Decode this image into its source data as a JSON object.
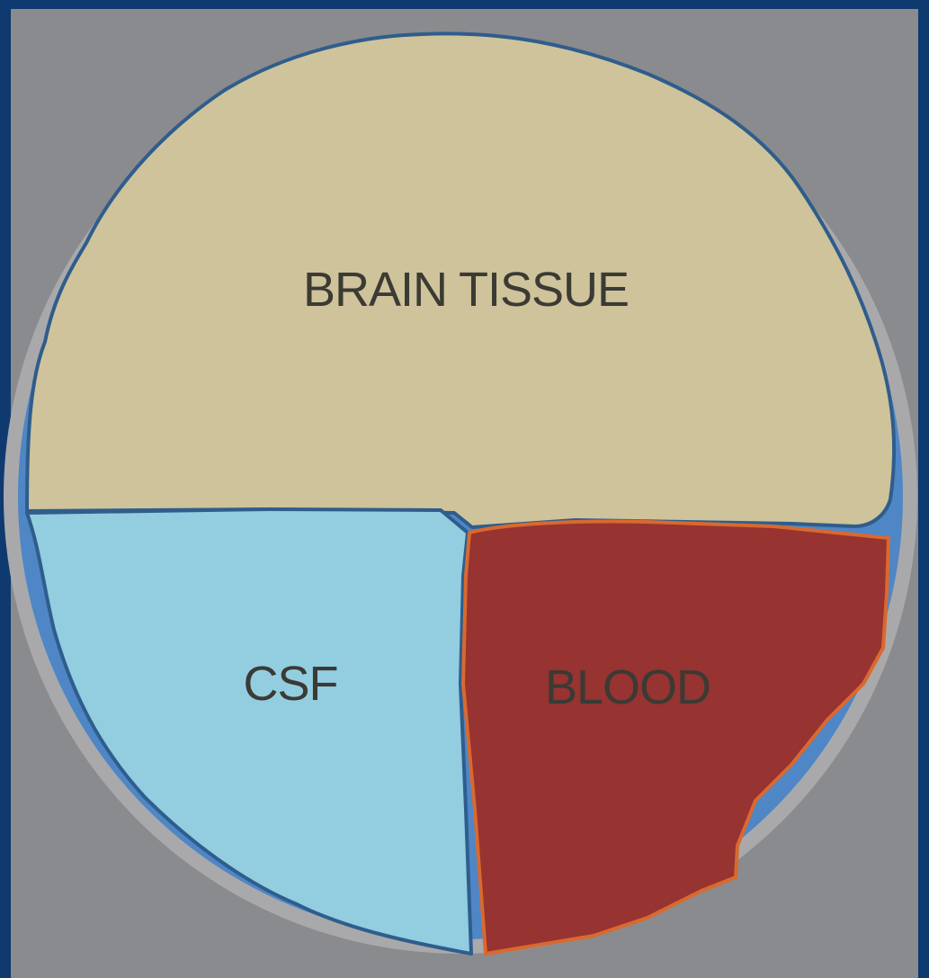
{
  "diagram": {
    "regions": [
      {
        "id": "brain",
        "label": "BRAIN TISSUE",
        "color": "#cec39a"
      },
      {
        "id": "csf",
        "label": "CSF",
        "color": "#93cde0"
      },
      {
        "id": "blood",
        "label": "BLOOD",
        "color": "#973330"
      }
    ],
    "colors": {
      "background_border": "#0e3a70",
      "background": "#8a8b8e",
      "skull_ring": "#a9a9ab",
      "outline": "#2f5d8c",
      "blue_lining": "#4f86c6",
      "blood_edge": "#d9692f"
    }
  }
}
